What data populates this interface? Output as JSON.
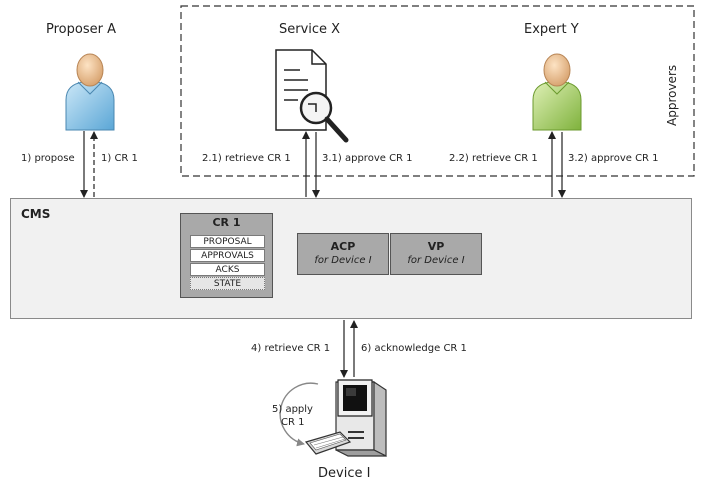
{
  "actors": {
    "proposer": "Proposer A",
    "service": "Service X",
    "expert": "Expert Y",
    "device": "Device I"
  },
  "group_label": "Approvers",
  "cms": {
    "title": "CMS",
    "cr": {
      "title": "CR 1",
      "rows": [
        "PROPOSAL",
        "APPROVALS",
        "ACKS",
        "STATE"
      ]
    },
    "acp": {
      "title": "ACP",
      "subtitle": "for Device I"
    },
    "vp": {
      "title": "VP",
      "subtitle": "for Device I"
    }
  },
  "edges": {
    "propose": "1) propose",
    "cr1": "1) CR 1",
    "retrieve_service": "2.1) retrieve CR 1",
    "approve_service": "3.1) approve CR 1",
    "retrieve_expert": "2.2) retrieve CR 1",
    "approve_expert": "3.2) approve CR 1",
    "retrieve_device": "4) retrieve CR 1",
    "acknowledge": "6) acknowledge CR 1",
    "apply_line1": "5) apply",
    "apply_line2": "CR 1"
  },
  "colors": {
    "proposer_shirt": "#8ec6e8",
    "expert_shirt": "#a9cf6c",
    "skin": "#f0c79a",
    "box_gray": "#a9a9a9",
    "cms_bg": "#f1f1f1"
  }
}
